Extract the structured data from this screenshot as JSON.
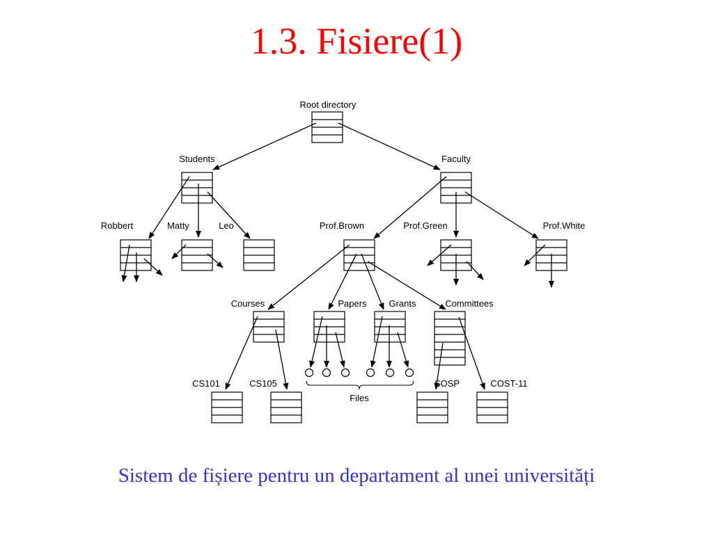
{
  "title": "1.3. Fisiere(1)",
  "caption": "Sistem de fișiere pentru un departament al unei universități",
  "diagram": {
    "labels": {
      "root": "Root directory",
      "students": "Students",
      "faculty": "Faculty",
      "robbert": "Robbert",
      "matty": "Matty",
      "leo": "Leo",
      "prof_brown": "Prof.Brown",
      "prof_green": "Prof.Green",
      "prof_white": "Prof.White",
      "courses": "Courses",
      "papers": "Papers",
      "grants": "Grants",
      "committees": "Committees",
      "cs101": "CS101",
      "cs105": "CS105",
      "sosp": "SOSP",
      "cost11": "COST-11",
      "files": "Files"
    }
  }
}
